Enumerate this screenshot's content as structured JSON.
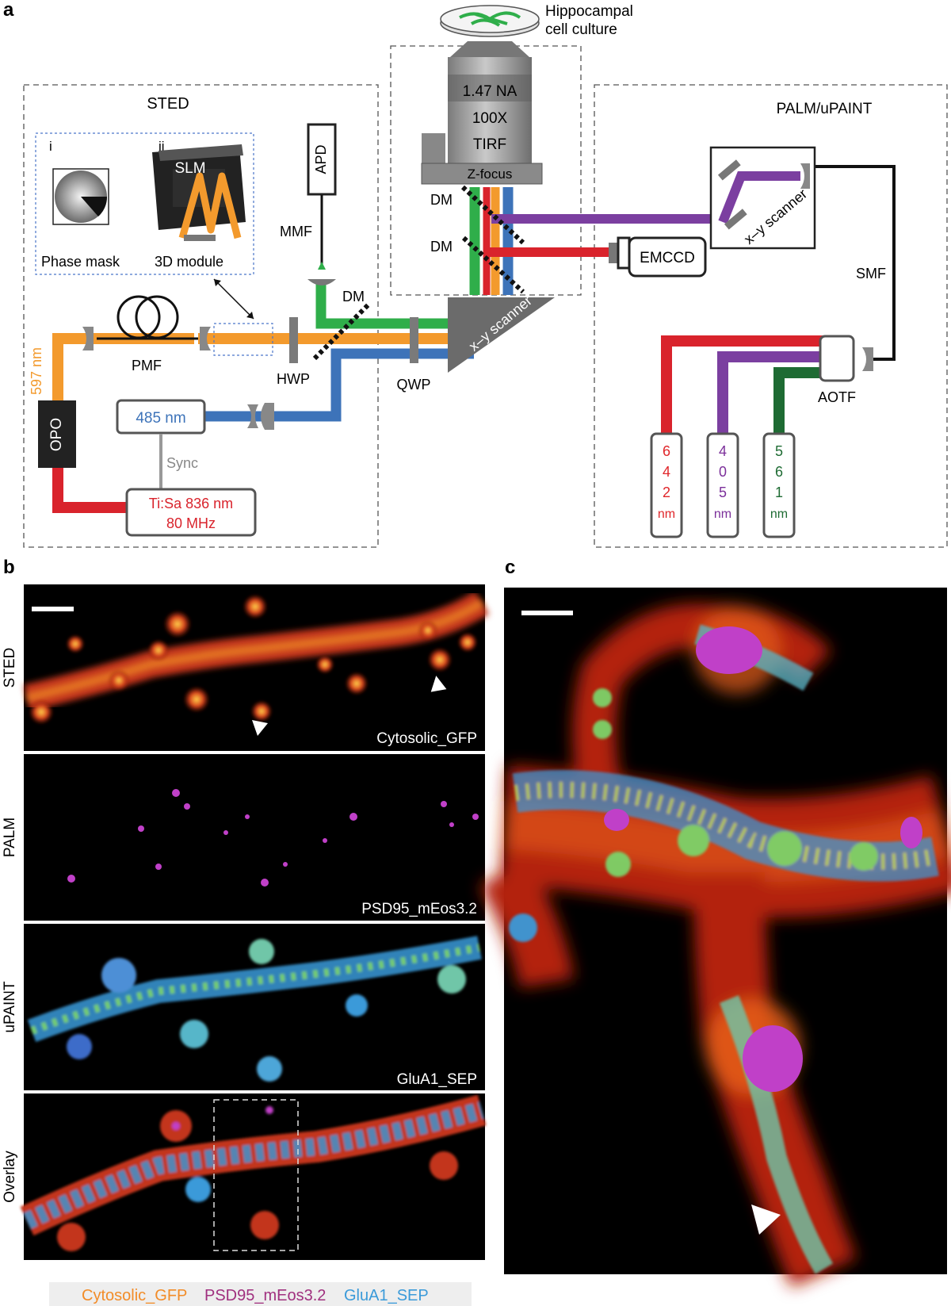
{
  "panel_letters": {
    "a": "a",
    "b": "b",
    "c": "c"
  },
  "setup": {
    "sted_box_title": "STED",
    "palm_box_title": "PALM/uPAINT",
    "sample_label_line1": "Hippocampal",
    "sample_label_line2": "cell culture",
    "objective_lines": [
      "1.47 NA",
      "100X",
      "TIRF"
    ],
    "z_focus": "Z-focus",
    "inset_i": "i",
    "inset_ii": "ii",
    "slm": "SLM",
    "phase_mask": "Phase mask",
    "module_3d": "3D module",
    "apd": "APD",
    "mmf": "MMF",
    "dm": "DM",
    "pmf": "PMF",
    "hwp": "HWP",
    "qwp": "QWP",
    "scanner": "x–y scanner",
    "laser_597": "597 nm",
    "opo": "OPO",
    "laser_485": "485 nm",
    "sync": "Sync",
    "tisa_line1": "Ti:Sa 836 nm",
    "tisa_line2": "80 MHz",
    "emccd": "EMCCD",
    "smf": "SMF",
    "aotf": "AOTF",
    "lasers": [
      {
        "digits": [
          "6",
          "4",
          "2"
        ],
        "unit": "nm",
        "color": "#e0262a"
      },
      {
        "digits": [
          "4",
          "0",
          "5"
        ],
        "unit": "nm",
        "color": "#7b2f9a"
      },
      {
        "digits": [
          "5",
          "6",
          "1"
        ],
        "unit": "nm",
        "color": "#1e6b33"
      }
    ]
  },
  "panel_b": [
    {
      "side_label": "STED",
      "probe": "Cytosolic_GFP"
    },
    {
      "side_label": "PALM",
      "probe": "PSD95_mEos3.2"
    },
    {
      "side_label": "uPAINT",
      "probe": "GluA1_SEP"
    },
    {
      "side_label": "Overlay",
      "probe": ""
    }
  ],
  "legend": [
    {
      "text": "Cytosolic_GFP",
      "color": "#f28c28"
    },
    {
      "text": "PSD95_mEos3.2",
      "color": "#a0307f"
    },
    {
      "text": "GluA1_SEP",
      "color": "#3a9ad9"
    }
  ],
  "colors": {
    "orange_beam": "#f39a2d",
    "green_beam": "#2fae4a",
    "blue_beam": "#3d73b9",
    "red_beam": "#d9232c",
    "purple_beam": "#7b3fa0",
    "dark_green_beam": "#1e6b33"
  }
}
